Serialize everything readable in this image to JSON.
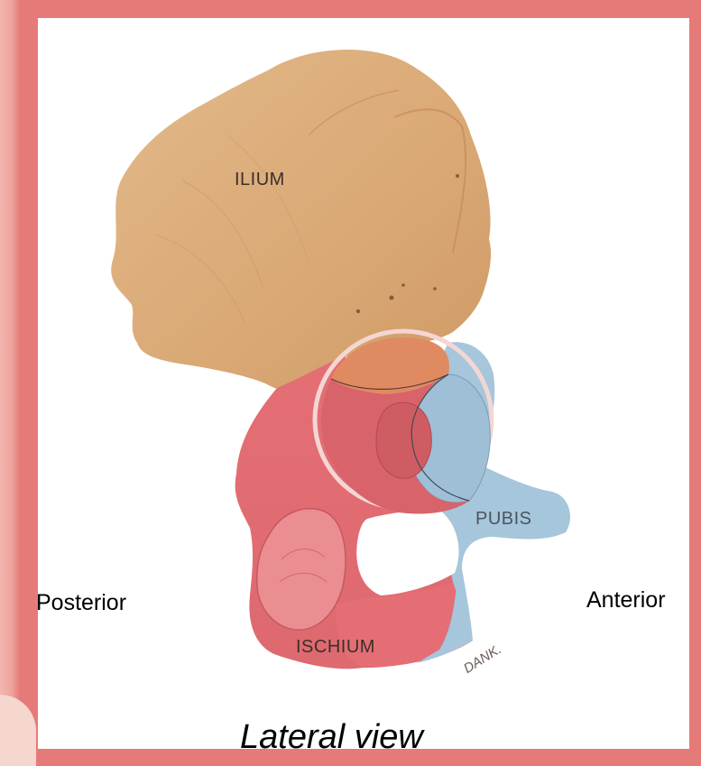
{
  "labels": {
    "ilium": "ILIUM",
    "pubis": "PUBIS",
    "ischium": "ISCHIUM",
    "posterior": "Posterior",
    "anterior": "Anterior",
    "caption": "Lateral view",
    "signature": "DANK."
  },
  "colors": {
    "frame": "#e57b79",
    "ilium": "#dcae7e",
    "ischium": "#e27278",
    "pubis": "#a6c6db",
    "acetabulum_upper": "#e08a62"
  }
}
